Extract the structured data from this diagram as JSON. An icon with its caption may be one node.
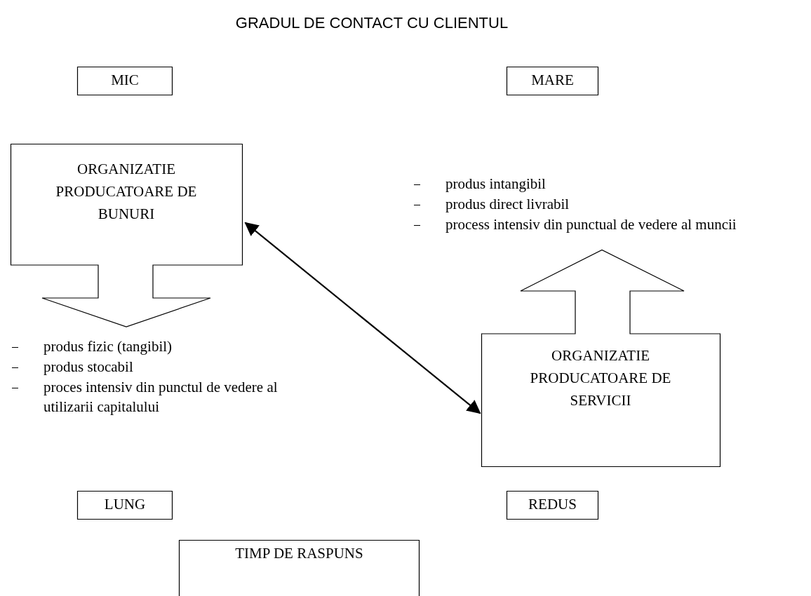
{
  "diagram": {
    "title": "GRADUL DE CONTACT CU CLIENTUL",
    "nodes": [
      {
        "text": [
          "MIC"
        ]
      },
      {
        "text": [
          "MARE"
        ]
      },
      {
        "text": [
          "ORGANIZATIE PRODUCATOARE DE BUNURI"
        ]
      },
      {
        "text": [
          "ORGANIZATIE PRODUCATOARE DE SERVICII"
        ]
      },
      {
        "text": [
          "LUNG"
        ]
      },
      {
        "text": [
          "REDUS"
        ]
      },
      {
        "text": [
          "TIMP DE RASPUNS"
        ]
      }
    ],
    "edges": [
      {
        "from": 2,
        "to": 3,
        "arrow": "both"
      }
    ],
    "labels": [
      "produs intangibil",
      "produs direct livrabil",
      "process intensiv din punctual de vedere al muncii",
      "produs fizic (tangibil)",
      "produs stocabil",
      "proces intensiv din punctul de vedere al utilizarii capitalului"
    ]
  }
}
